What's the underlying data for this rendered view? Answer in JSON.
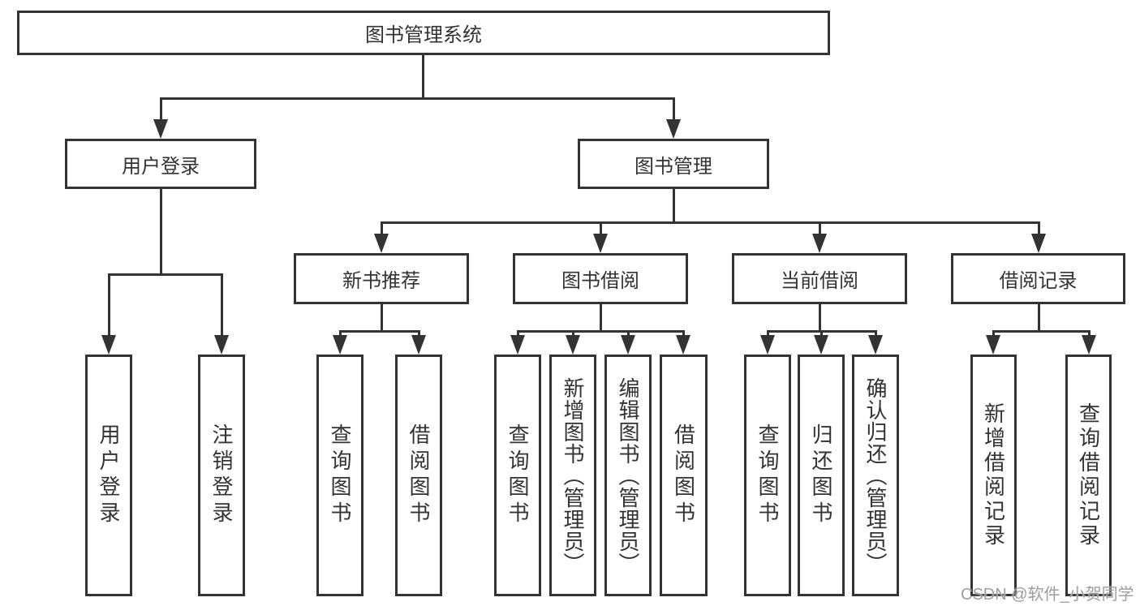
{
  "tree": {
    "label": "图书管理系统",
    "children": [
      {
        "label": "用户登录",
        "children": [
          {
            "label": "用户登录"
          },
          {
            "label": "注销登录"
          }
        ]
      },
      {
        "label": "图书管理",
        "children": [
          {
            "label": "新书推荐",
            "children": [
              {
                "label": "查询图书"
              },
              {
                "label": "借阅图书"
              }
            ]
          },
          {
            "label": "图书借阅",
            "children": [
              {
                "label": "查询图书"
              },
              {
                "label": "新增图书（管理员）"
              },
              {
                "label": "编辑图书（管理员）"
              },
              {
                "label": "借阅图书"
              }
            ]
          },
          {
            "label": "当前借阅",
            "children": [
              {
                "label": "查询图书"
              },
              {
                "label": "归还图书"
              },
              {
                "label": "确认归还（管理员）"
              }
            ]
          },
          {
            "label": "借阅记录",
            "children": [
              {
                "label": "新增借阅记录"
              },
              {
                "label": "查询借阅记录"
              }
            ]
          }
        ]
      }
    ]
  },
  "watermark": "CSDN @软件_小贺同学",
  "colors": {
    "line": "#333333",
    "text": "#333333",
    "background": "#ffffff",
    "watermark": "#9e9e9e"
  }
}
